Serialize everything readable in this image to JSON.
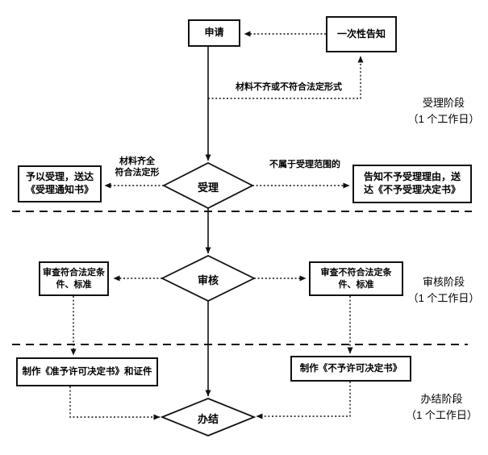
{
  "nodes": {
    "apply": "申请",
    "one_time_notice": "一次性告知",
    "accept": "受理",
    "accept_yes_box": {
      "line1": "予以受理，送达",
      "line2": "《受理通知书》"
    },
    "accept_no_box": {
      "line1": "告知不予受理理由，送",
      "line2": "达《不予受理决定书》"
    },
    "review": "审核",
    "review_pass_box": {
      "line1": "审查符合法定条",
      "line2": "件、标准"
    },
    "review_fail_box": {
      "line1": "审查不符合法定条",
      "line2": "件、标准"
    },
    "make_license_box": "制作《准予许可决定书》和证件",
    "make_denial_box": "制作《不予许可决定书》",
    "finish": "办结"
  },
  "annotations": {
    "incomplete": "材料不齐或不符合法定形式",
    "complete_line1": "材料齐全",
    "complete_line2": "符合法定形",
    "out_of_scope": "不属于受理范围的"
  },
  "stages": {
    "accept": {
      "line1": "受理阶段",
      "line2": "（1 个工作日）"
    },
    "review": {
      "line1": "审核阶段",
      "line2": "（1 个工作日）"
    },
    "finish": {
      "line1": "办结阶段",
      "line2": "（1 个工作日）"
    }
  },
  "colors": {
    "line": "#000000",
    "background": "#ffffff"
  }
}
